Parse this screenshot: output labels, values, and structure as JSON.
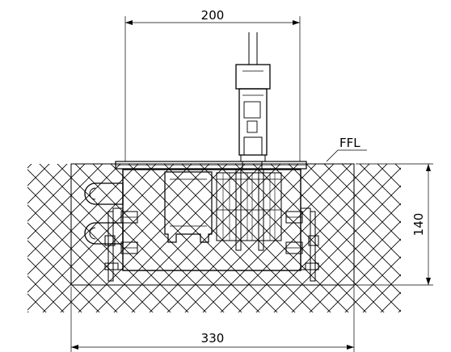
{
  "drawing": {
    "dimensions": {
      "top_width": "200",
      "bottom_width": "330",
      "height": "140"
    },
    "labels": {
      "floor_level": "FFL"
    },
    "colors": {
      "line": "#000000",
      "concrete_fill": "#f2f2f2",
      "background": "#ffffff"
    }
  }
}
